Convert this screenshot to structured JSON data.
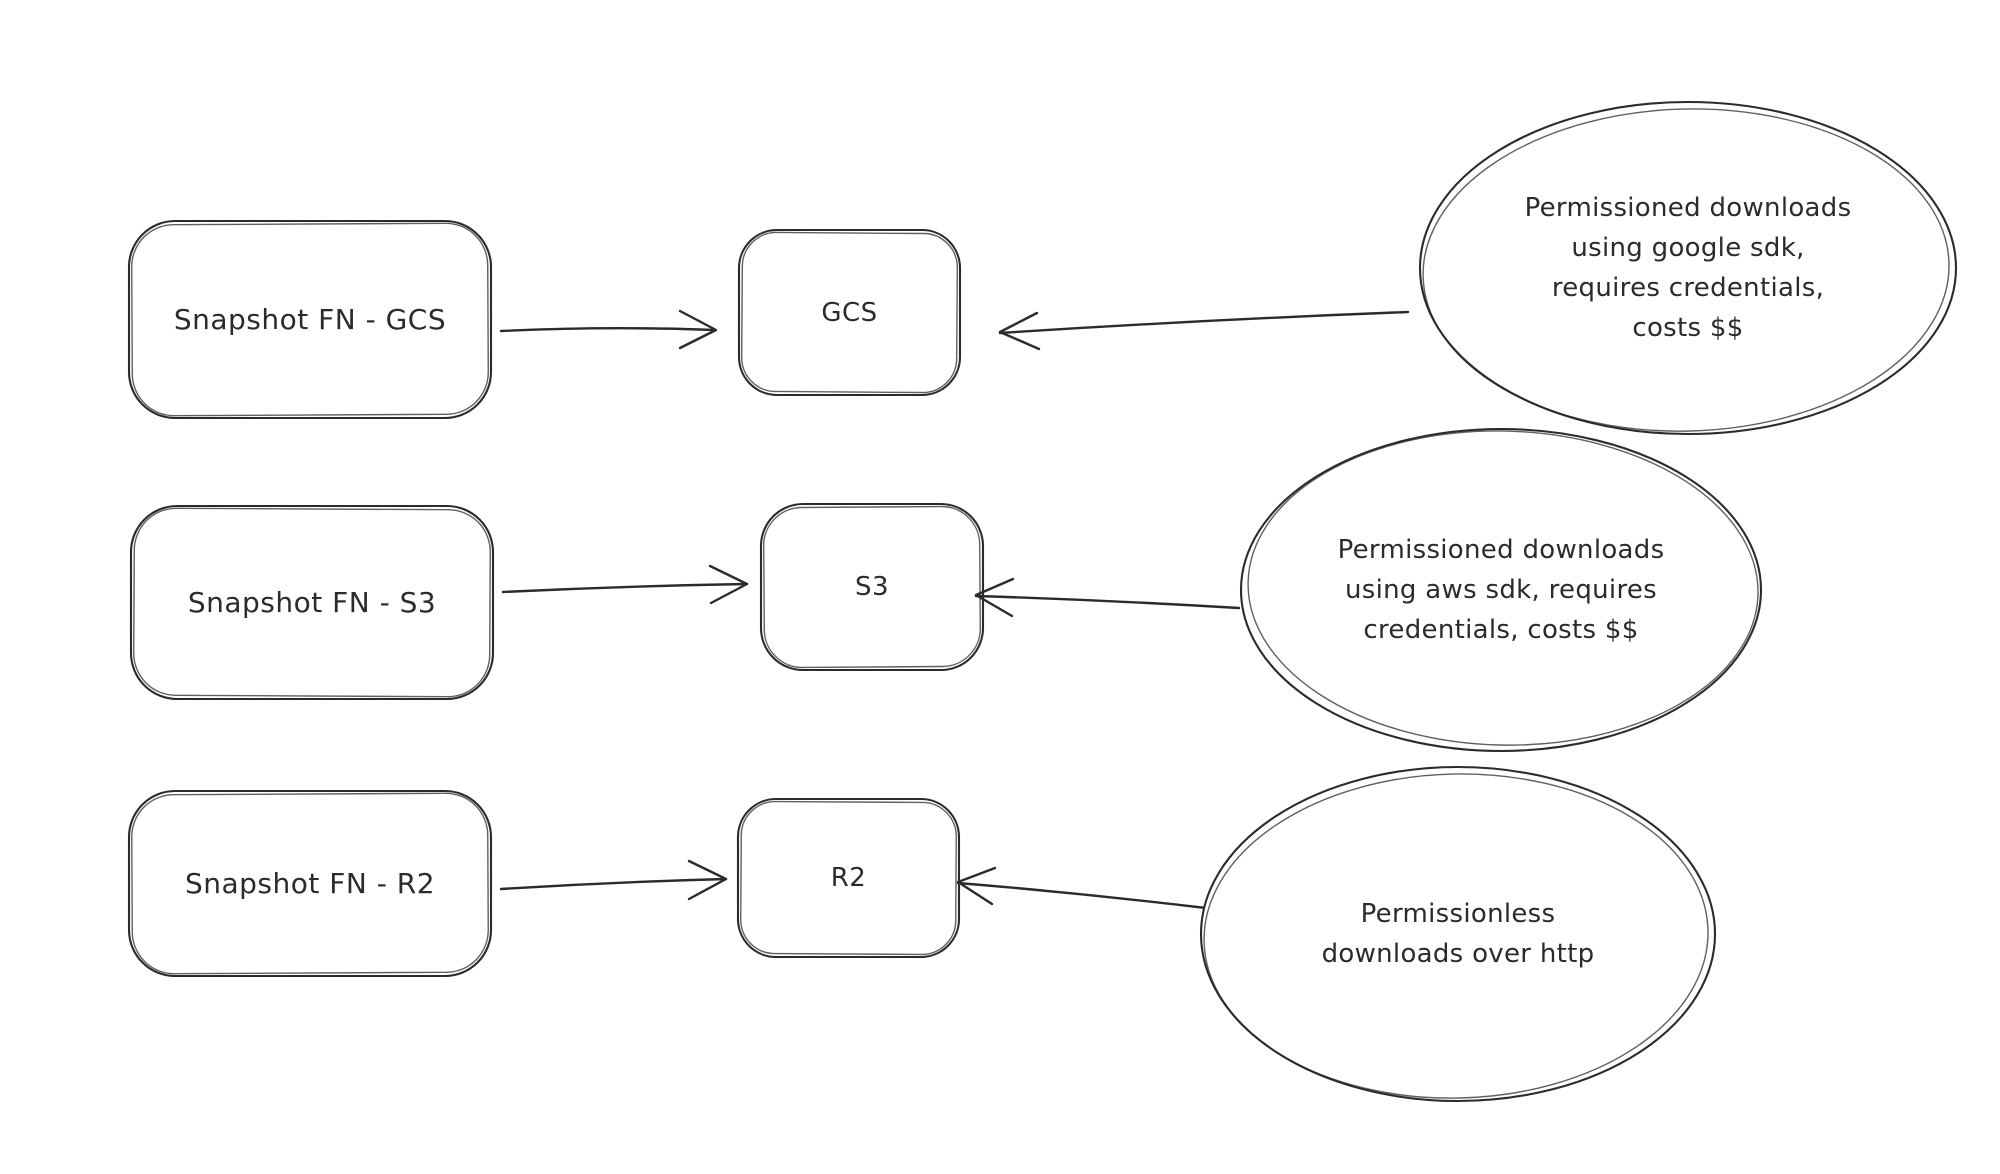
{
  "canvas": {
    "background": "#ffffff",
    "ink_color": "#2b2b2b"
  },
  "diagram": {
    "rows": [
      {
        "source": {
          "label": "Snapshot FN - GCS"
        },
        "target": {
          "label": "GCS"
        },
        "annotation": {
          "lines": [
            "Permissioned downloads",
            "using google sdk,",
            "requires credentials,",
            "costs $$"
          ]
        }
      },
      {
        "source": {
          "label": "Snapshot FN - S3"
        },
        "target": {
          "label": "S3"
        },
        "annotation": {
          "lines": [
            "Permissioned downloads",
            "using aws sdk, requires",
            "credentials, costs $$"
          ]
        }
      },
      {
        "source": {
          "label": "Snapshot FN - R2"
        },
        "target": {
          "label": "R2"
        },
        "annotation": {
          "lines": [
            "Permissionless",
            "downloads over http"
          ]
        }
      }
    ]
  }
}
